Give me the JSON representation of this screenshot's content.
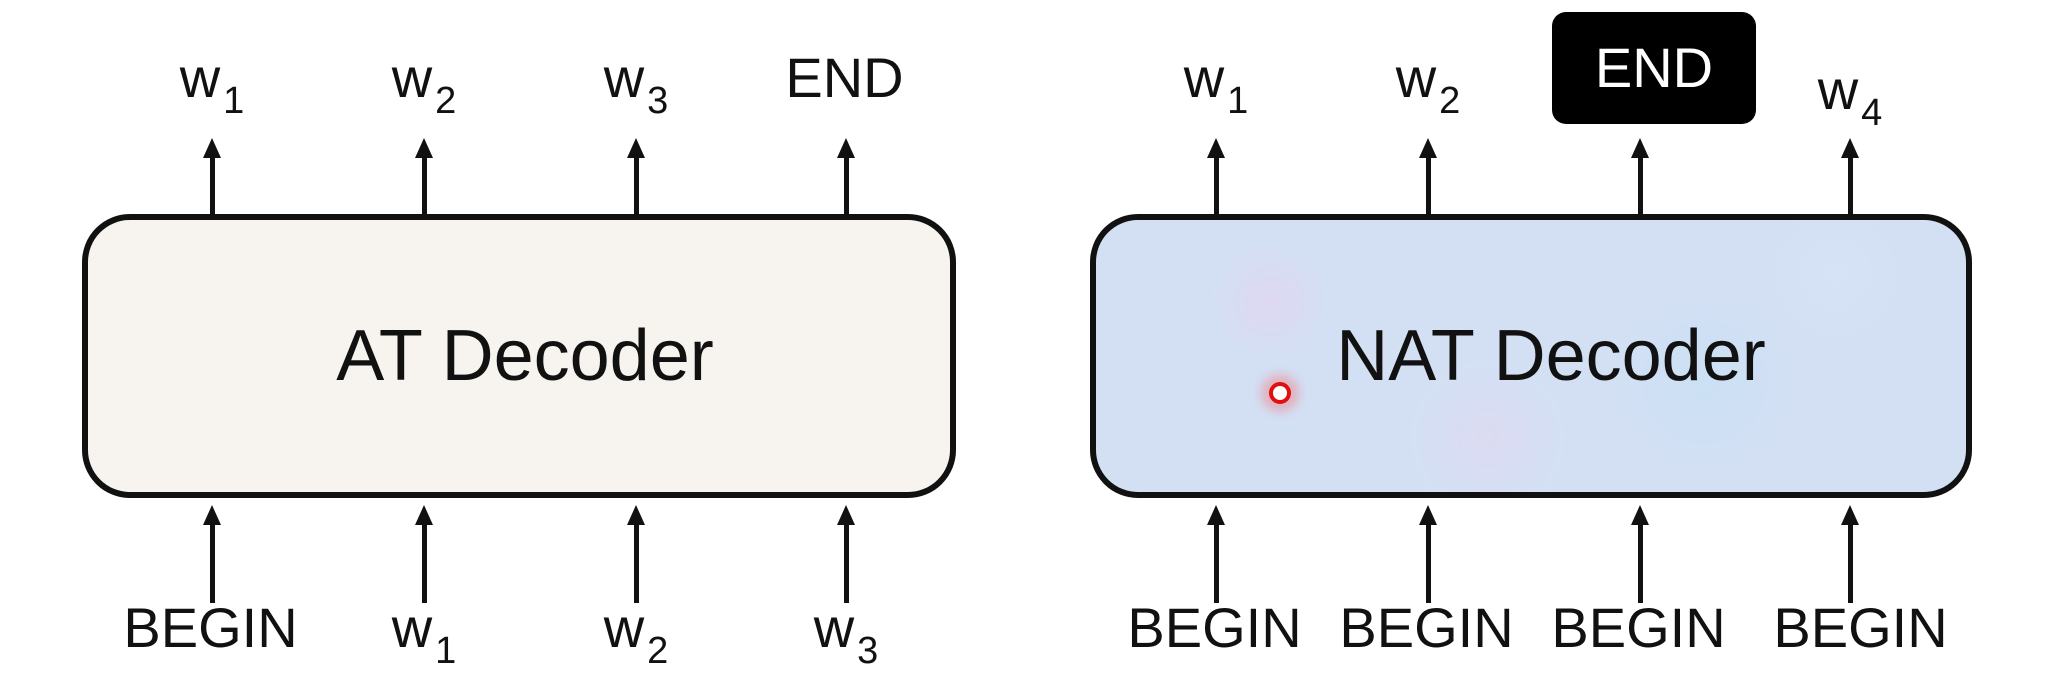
{
  "at": {
    "decoder_label": "AT Decoder",
    "outputs": [
      {
        "text": "w",
        "sub": "1"
      },
      {
        "text": "w",
        "sub": "2"
      },
      {
        "text": "w",
        "sub": "3"
      },
      {
        "text": "END",
        "sub": ""
      }
    ],
    "inputs": [
      {
        "text": "BEGIN",
        "sub": ""
      },
      {
        "text": "w",
        "sub": "1"
      },
      {
        "text": "w",
        "sub": "2"
      },
      {
        "text": "w",
        "sub": "3"
      }
    ]
  },
  "nat": {
    "decoder_label": "NAT Decoder",
    "outputs": [
      {
        "text": "w",
        "sub": "1"
      },
      {
        "text": "w",
        "sub": "2"
      },
      {
        "text": "END",
        "sub": ""
      },
      {
        "text": "w",
        "sub": "4"
      }
    ],
    "inputs": [
      {
        "text": "BEGIN",
        "sub": ""
      },
      {
        "text": "BEGIN",
        "sub": ""
      },
      {
        "text": "BEGIN",
        "sub": ""
      },
      {
        "text": "BEGIN",
        "sub": ""
      }
    ]
  },
  "colors": {
    "at_box_fill": "#f7f3ee",
    "nat_box_fill": "#d3e0f4",
    "end_badge_fill": "#000000",
    "pointer": "#e01010"
  }
}
